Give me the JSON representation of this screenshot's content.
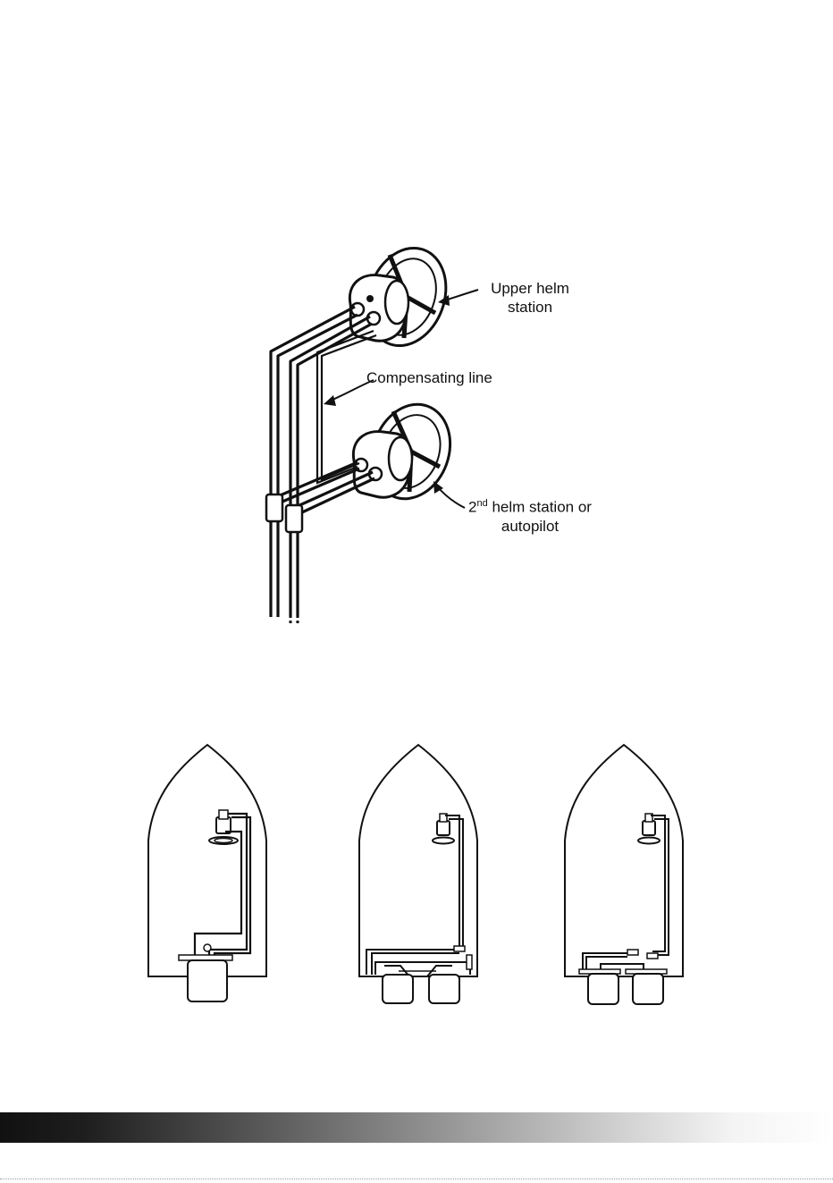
{
  "labels": {
    "upper_helm_line1": "Upper helm",
    "upper_helm_line2": "station",
    "compensating_line": "Compensating line",
    "second_helm_prefix": "2",
    "second_helm_sup": "nd",
    "second_helm_rest": " helm station or",
    "second_helm_line2": "autopilot"
  },
  "colors": {
    "ink": "#111111",
    "paper": "#ffffff"
  }
}
